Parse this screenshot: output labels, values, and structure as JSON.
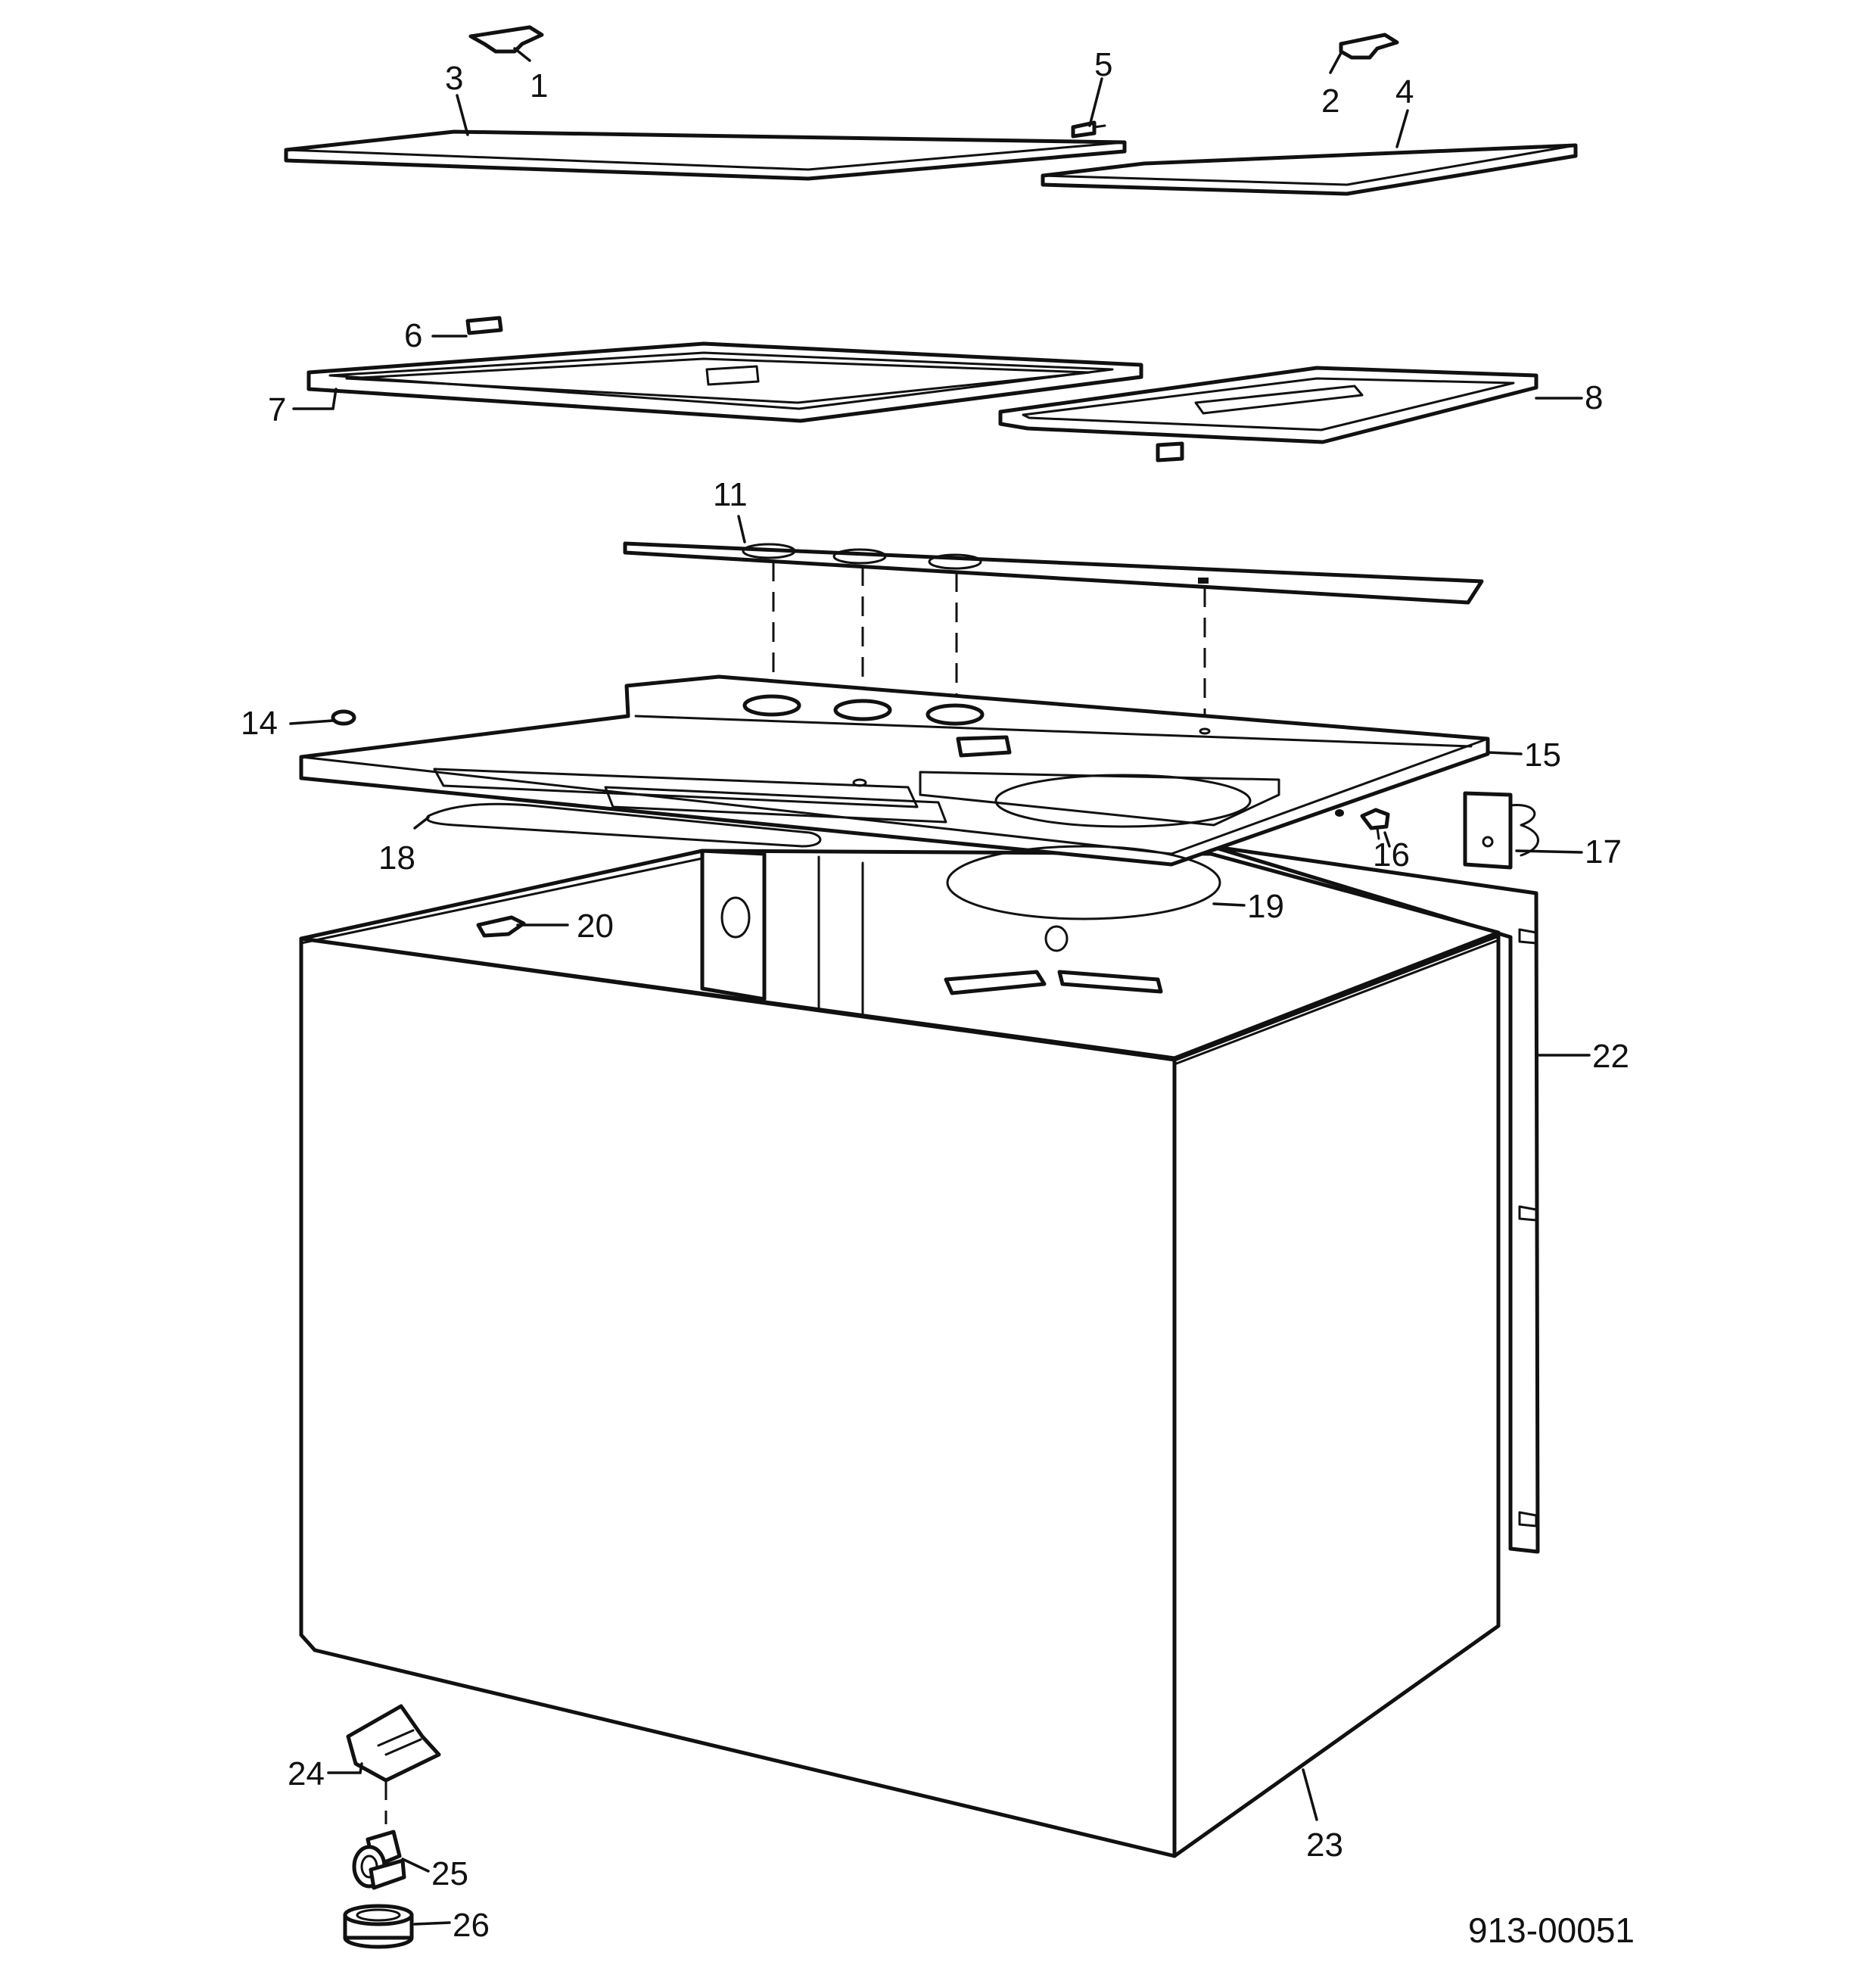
{
  "callouts": {
    "c1": "1",
    "c2": "2",
    "c3": "3",
    "c4": "4",
    "c5": "5",
    "c6": "6",
    "c7": "7",
    "c8": "8",
    "c11": "11",
    "c14": "14",
    "c15": "15",
    "c16": "16",
    "c17": "17",
    "c18": "18",
    "c19": "19",
    "c20": "20",
    "c22": "22",
    "c23": "23",
    "c24": "24",
    "c25": "25",
    "c26": "26"
  },
  "diagram_code": "913-00051"
}
